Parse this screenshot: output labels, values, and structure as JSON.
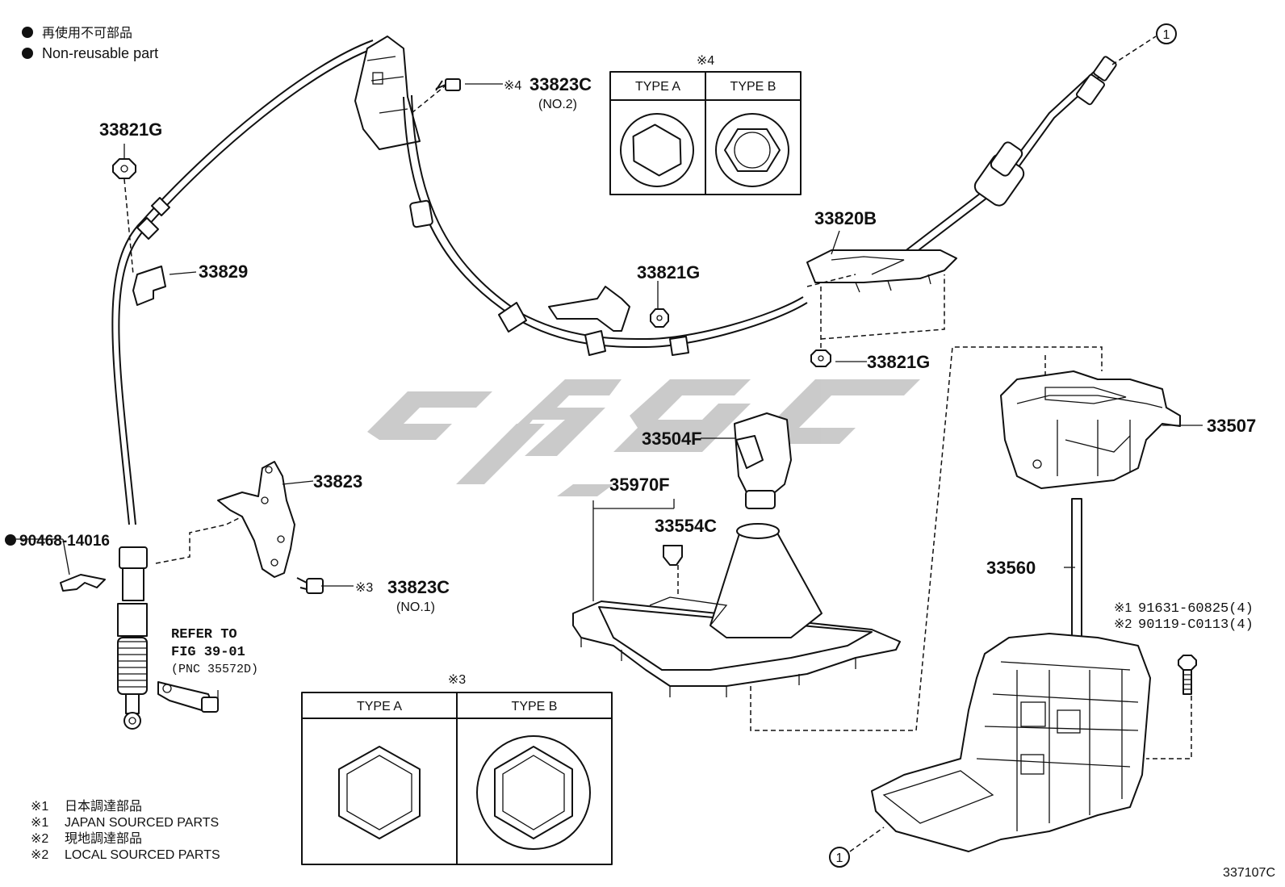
{
  "legend": {
    "non_reusable_jp": "再使用不可部品",
    "non_reusable_en": "Non-reusable part"
  },
  "parts": {
    "p33821G_a": "33821G",
    "p33829": "33829",
    "p33823C_no2": "33823C",
    "p33823C_no2_mark": "※4",
    "p33823C_no2_sub": "(NO.2)",
    "p33821G_b": "33821G",
    "p33821G_c": "33821G",
    "p33820B": "33820B",
    "p33823": "33823",
    "p90468": "90468-14016",
    "p33823C_no1": "33823C",
    "p33823C_no1_mark": "※3",
    "p33823C_no1_sub": "(NO.1)",
    "p33504F": "33504F",
    "p35970F": "35970F",
    "p33554C": "33554C",
    "p33507": "33507",
    "p33560": "33560",
    "p91631_mark": "※1",
    "p91631": "91631-60825(4)",
    "p90119_mark": "※2",
    "p90119": "90119-C0113(4)"
  },
  "refer": {
    "line1": "REFER TO",
    "line2": "FIG 39-01",
    "line3": "(PNC 35572D)"
  },
  "type_box_4": {
    "mark": "※4",
    "type_a": "TYPE A",
    "type_b": "TYPE B"
  },
  "type_box_3": {
    "mark": "※3",
    "type_a": "TYPE A",
    "type_b": "TYPE B"
  },
  "notes": [
    {
      "mark": "※1",
      "text": "日本調達部品"
    },
    {
      "mark": "※1",
      "text": "JAPAN SOURCED PARTS"
    },
    {
      "mark": "※2",
      "text": "現地調達部品"
    },
    {
      "mark": "※2",
      "text": "LOCAL SOURCED PARTS"
    }
  ],
  "connector_ref": "1",
  "diagram_code": "337107C",
  "colors": {
    "line": "#111111",
    "watermark": "#c8c8c8"
  }
}
